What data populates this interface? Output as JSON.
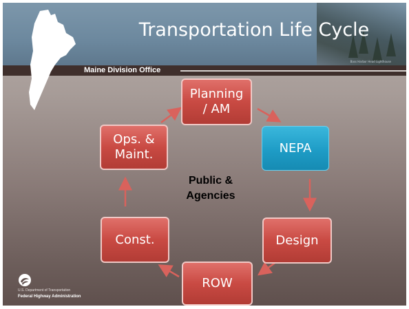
{
  "slide": {
    "title": "Transportation Life Cycle",
    "subtitle": "Maine Division Office",
    "photo_caption": "Bass Harbor Head Lighthouse"
  },
  "diagram": {
    "center_label_line1": "Public &",
    "center_label_line2": "Agencies",
    "nodes": {
      "planning": {
        "line1": "Planning",
        "line2": "/ AM"
      },
      "nepa": "NEPA",
      "design": "Design",
      "row": "ROW",
      "const": "Const.",
      "ops": {
        "line1": "Ops. &",
        "line2": "Maint."
      }
    }
  },
  "footer": {
    "department": "U.S. Department of Transportation",
    "agency": "Federal Highway Administration"
  },
  "colors": {
    "red_box": "#c94a43",
    "blue_box": "#1e9cc6",
    "arrow": "#d9625c",
    "header": "#6c889e"
  }
}
